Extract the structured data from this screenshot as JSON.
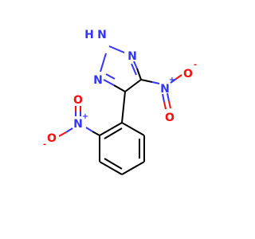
{
  "molecule": {
    "colors": {
      "bond": "#000000",
      "nitrogen": "#3333ff",
      "oxygen": "#ff0d0d"
    },
    "labels": {
      "ring_n1": "N",
      "ring_n2": "N",
      "ring_n3": "N",
      "ring_nh_h": "H",
      "nitro1_n": "N",
      "nitro1_n_charge": "+",
      "nitro1_o_single": "O",
      "nitro1_o_single_charge": "-",
      "nitro1_o_double": "O",
      "nitro2_n": "N",
      "nitro2_n_charge": "+",
      "nitro2_o_single": "O",
      "nitro2_o_single_charge": "-",
      "nitro2_o_double": "O"
    }
  }
}
